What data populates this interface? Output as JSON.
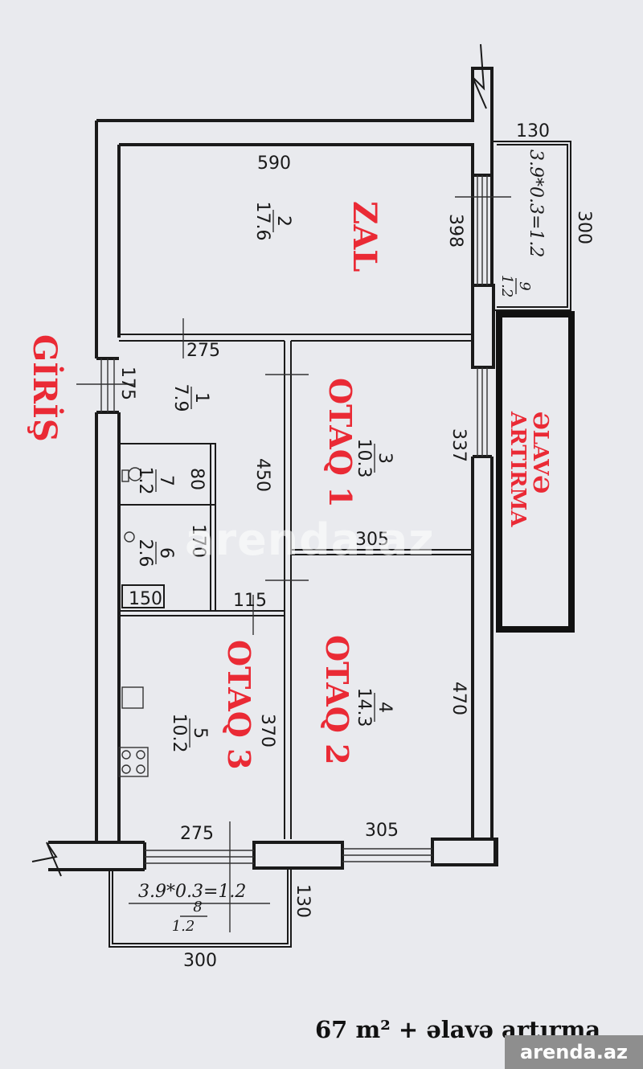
{
  "labels": {
    "zal": "ZAL",
    "otaq1": "OTAQ 1",
    "otaq2": "OTAQ 2",
    "otaq3": "OTAQ 3",
    "giris": "GİRİŞ",
    "elave_line1": "ƏLAVƏ",
    "elave_line2": "ARTIRMA"
  },
  "rooms": {
    "r2": {
      "num": "2",
      "area": "17.6"
    },
    "r1": {
      "num": "1",
      "area": "7.9"
    },
    "r3": {
      "num": "3",
      "area": "10.3"
    },
    "r7": {
      "num": "7",
      "area": "1.2"
    },
    "r6": {
      "num": "6",
      "area": "2.6"
    },
    "r4": {
      "num": "4",
      "area": "14.3"
    },
    "r5": {
      "num": "5",
      "area": "10.2"
    },
    "r9": {
      "num": "9",
      "area": "1.2"
    },
    "r8": {
      "num": "8",
      "area": "1.2"
    }
  },
  "dims": {
    "d590": "590",
    "d398": "398",
    "d130_top": "130",
    "d300_right": "300",
    "d275_top": "275",
    "d175": "175",
    "d450": "450",
    "d337": "337",
    "d80": "80",
    "d170": "170",
    "d150": "150",
    "d305_mid": "305",
    "d115": "115",
    "d470": "470",
    "d370": "370",
    "d275_bottom": "275",
    "d305_bottom": "305",
    "d130_bottom": "130",
    "d300_bottom": "300"
  },
  "balcony": {
    "top_formula": "3.9*0.3=1.2",
    "bottom_formula": "3.9*0.3=1.2"
  },
  "footer": {
    "total": "67 m² + əlavə artırma",
    "brand": "arenda.az",
    "watermark": "arenda.az"
  },
  "colors": {
    "room_label": "#ea2a35",
    "wall": "#1a1a1a",
    "background": "#e9eaee",
    "brand_bg": "#8e8e8e"
  }
}
